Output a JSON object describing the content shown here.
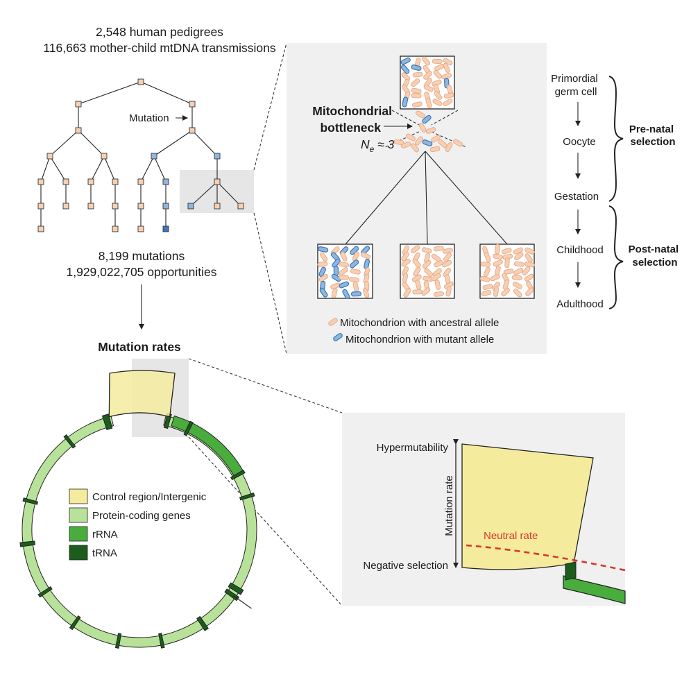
{
  "colors": {
    "ancestral": "#f8cfb2",
    "ancestral_stroke": "#e3a888",
    "mutant": "#8fb6de",
    "mutant_stroke": "#3c78b8",
    "control_region": "#f5eb9d",
    "protein_coding": "#b8e29a",
    "rrna": "#49ad3d",
    "trna": "#1c5c1c",
    "neutral_rate": "#d9362a",
    "panel_bg": "#f0f0f0"
  },
  "pedigree": {
    "title_line1": "2,548 human pedigrees",
    "title_line2": "116,663 mother-child mtDNA transmissions",
    "mutation_label": "Mutation",
    "stats_line1": "8,199 mutations",
    "stats_line2": "1,929,022,705 opportunities"
  },
  "bottleneck": {
    "title_line1": "Mitochondrial",
    "title_line2": "bottleneck",
    "ne_symbol": "N",
    "ne_subscript": "e",
    "ne_value": " ≈ 3",
    "legend": [
      {
        "label": "Mitochondrion with ancestral allele",
        "icon": "ancestral-mitochondrion-icon"
      },
      {
        "label": "Mitochondrion with mutant allele",
        "icon": "mutant-mitochondrion-icon"
      }
    ]
  },
  "development": {
    "stages": [
      "Primordial\ngerm cell",
      "Oocyte",
      "Gestation",
      "Childhood",
      "Adulthood"
    ],
    "prenatal_label": "Pre-natal\nselection",
    "postnatal_label": "Post-natal\nselection"
  },
  "mutation_rates": {
    "title": "Mutation rates",
    "legend": [
      {
        "label": "Control region/Intergenic",
        "color_key": "control_region"
      },
      {
        "label": "Protein-coding genes",
        "color_key": "protein_coding"
      },
      {
        "label": "rRNA",
        "color_key": "rrna"
      },
      {
        "label": "tRNA",
        "color_key": "trna"
      }
    ]
  },
  "zoom": {
    "top_label": "Hypermutability",
    "bottom_label": "Negative selection",
    "axis_label": "Mutation rate",
    "neutral_label": "Neutral rate"
  }
}
